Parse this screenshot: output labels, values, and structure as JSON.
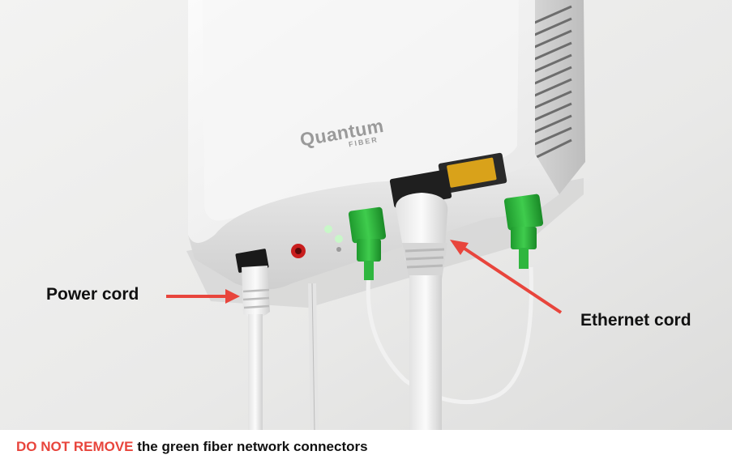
{
  "photo": {
    "brand_logo": "Quantum",
    "brand_sub": "FIBER"
  },
  "annotations": {
    "power_cord_label": "Power cord",
    "ethernet_cord_label": "Ethernet cord",
    "arrow_color": "#e8453c"
  },
  "caption": {
    "warning": "DO NOT REMOVE",
    "rest": " the green fiber network connectors",
    "warning_color": "#e8453c"
  }
}
